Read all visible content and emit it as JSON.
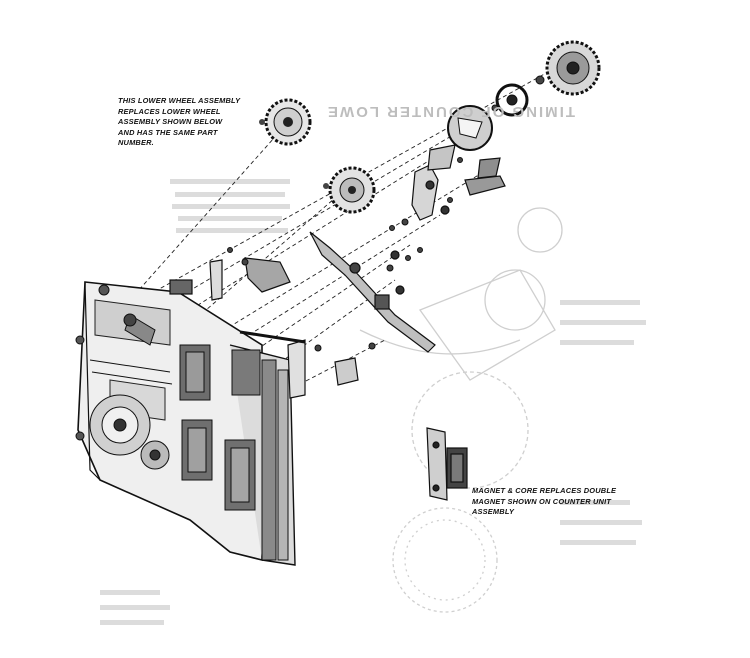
{
  "callouts": {
    "upper_wheel_note": [
      "THIS LOWER WHEEL ASSEMBLY",
      "REPLACES LOWER WHEEL",
      "ASSEMBLY SHOWN BELOW",
      "AND HAS THE SAME PART",
      "NUMBER."
    ],
    "magnet_note": [
      "MAGNET & CORE REPLACES DOUBLE",
      "MAGNET SHOWN ON COUNTER UNIT",
      "ASSEMBLY"
    ]
  },
  "show_through": {
    "title": "TIMING OF COUNTER LOWE"
  }
}
